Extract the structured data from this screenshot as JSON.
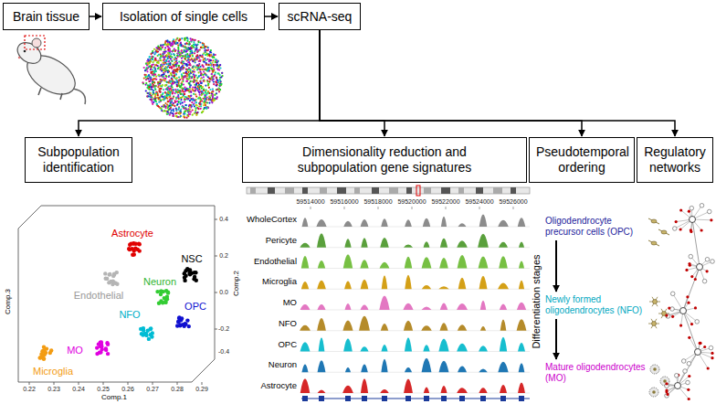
{
  "diagram": {
    "nodes": [
      {
        "text": [
          "Brain tissue"
        ]
      },
      {
        "text": [
          "Isolation of single cells"
        ]
      },
      {
        "text": [
          "scRNA-seq"
        ]
      },
      {
        "text": [
          "Subpopulation identification"
        ]
      },
      {
        "text": [
          "Dimensionality reduction and subpopulation gene signatures"
        ]
      },
      {
        "text": [
          "Pseudotemporal ordering"
        ]
      },
      {
        "text": [
          "Regulatory networks"
        ]
      },
      {
        "text": [
          "Oligodendrocyte precursor cells (OPC)"
        ]
      },
      {
        "text": [
          "Newly formed oligodendrocytes (NFO)"
        ]
      },
      {
        "text": [
          "Mature oligodendrocytes (MO)"
        ]
      }
    ],
    "edges": [
      {
        "from": 0,
        "to": 1,
        "arrow": "to"
      },
      {
        "from": 1,
        "to": 2,
        "arrow": "to"
      },
      {
        "from": 2,
        "to": 3,
        "arrow": "to"
      },
      {
        "from": 2,
        "to": 4,
        "arrow": "to"
      },
      {
        "from": 2,
        "to": 5,
        "arrow": "to"
      },
      {
        "from": 2,
        "to": 6,
        "arrow": "to"
      },
      {
        "from": 7,
        "to": 8,
        "arrow": "to"
      },
      {
        "from": 8,
        "to": 9,
        "arrow": "to"
      }
    ],
    "labels": [
      "Astrocyte",
      "NSC",
      "Neuron",
      "OPC",
      "NFO",
      "Endothelial",
      "MO",
      "Microglia",
      "Comp.1",
      "Comp.2",
      "Comp.3",
      "0.22",
      "0.23",
      "0.24",
      "0.25",
      "0.26",
      "0.27",
      "0.28",
      "0.29",
      "0.4",
      "0.2",
      "0.0",
      "-0.2",
      "-0.4",
      "59514000",
      "59516000",
      "59518000",
      "59520000",
      "59522000",
      "59524000",
      "59526000",
      "WholeCortex",
      "Pericyte",
      "Endothelial",
      "Microglia",
      "MO",
      "NFO",
      "OPC",
      "Neuron",
      "Astrocyte",
      "Differentiation stages"
    ]
  }
}
